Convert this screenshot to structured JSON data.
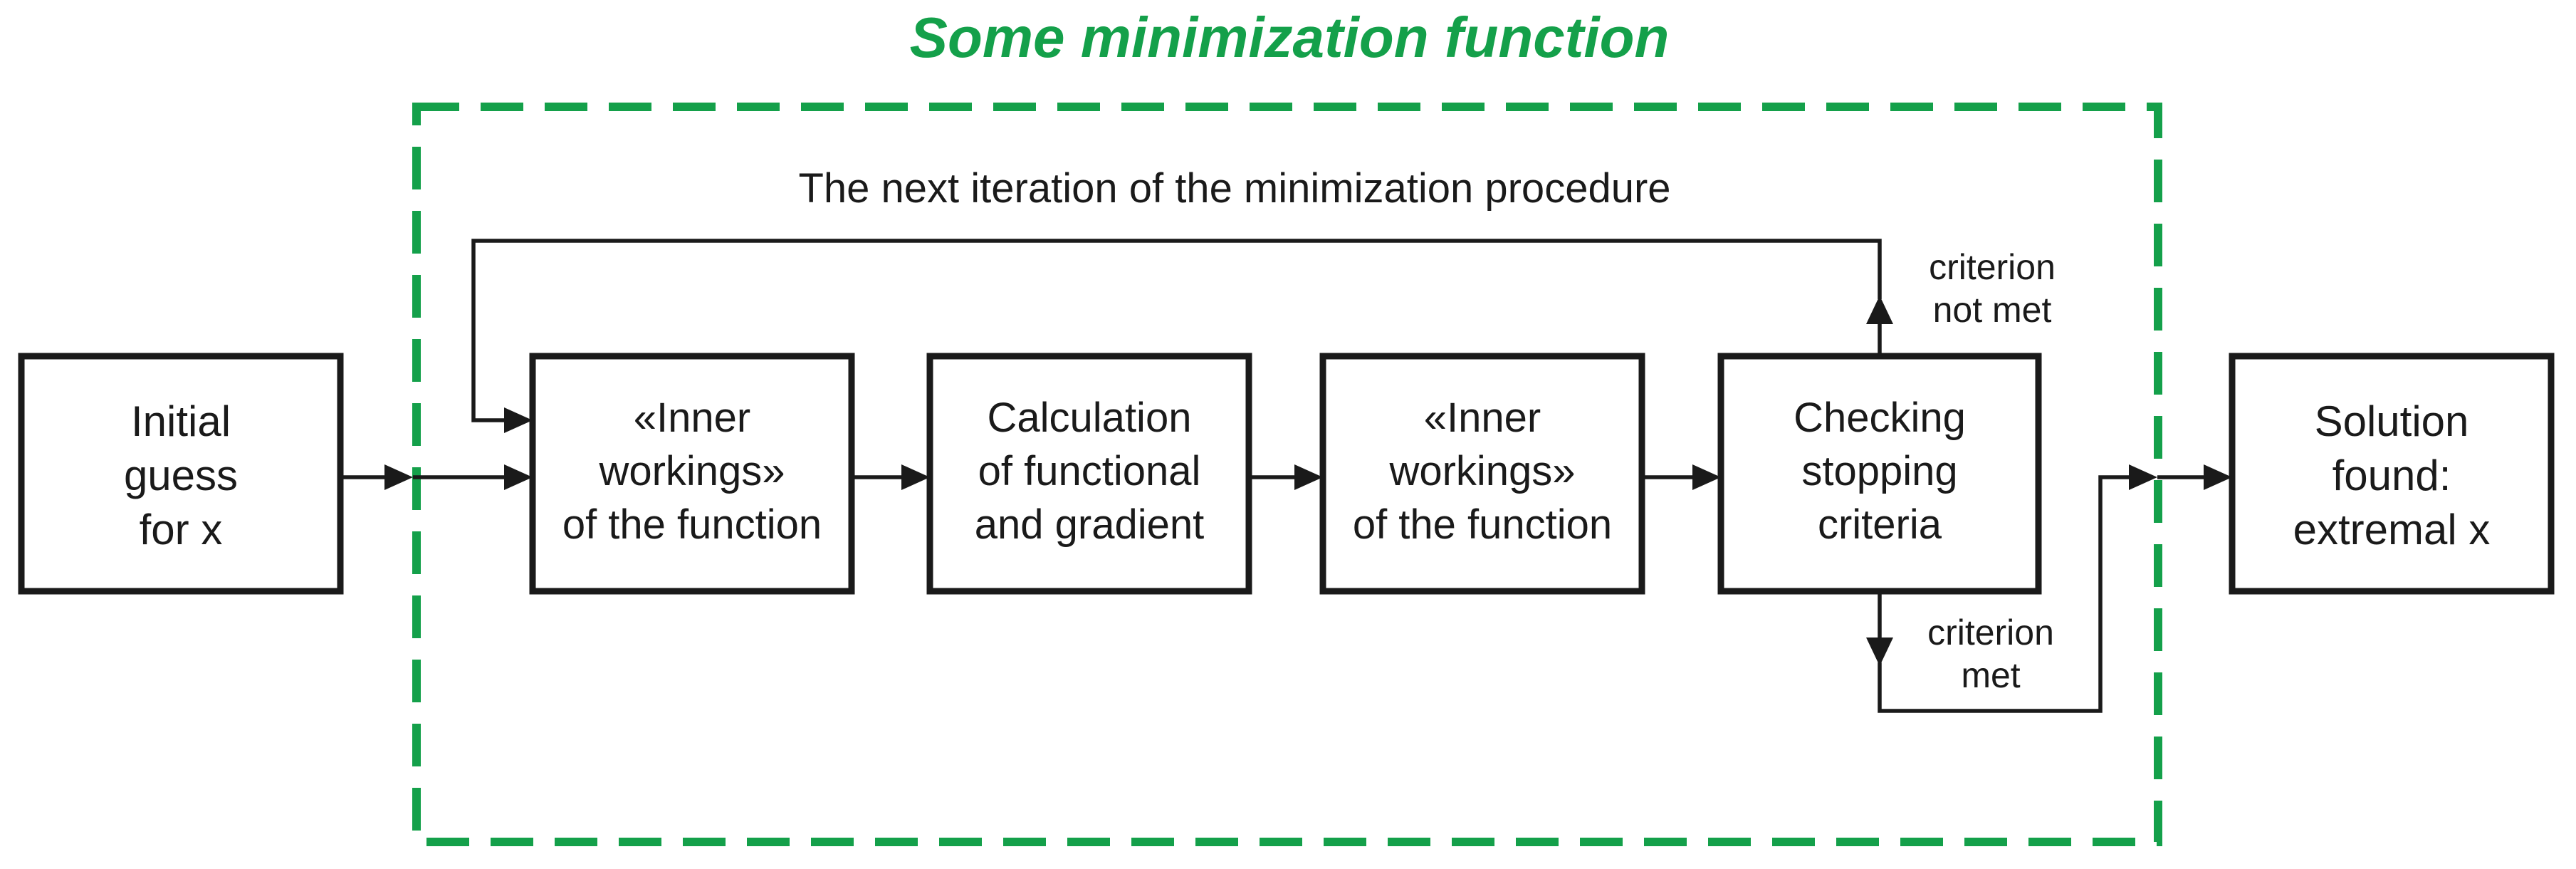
{
  "diagram": {
    "title": "Some minimization function",
    "loop_label": "The next iteration of the minimization procedure",
    "boxes": {
      "initial": [
        "Initial",
        "guess",
        "for x"
      ],
      "inner1": [
        "«Inner",
        "workings»",
        "of the function"
      ],
      "calc": [
        "Calculation",
        "of functional",
        "and gradient"
      ],
      "inner2": [
        "«Inner",
        "workings»",
        "of the function"
      ],
      "check": [
        "Checking",
        "stopping",
        "criteria"
      ],
      "solution": [
        "Solution",
        "found:",
        "extremal x"
      ]
    },
    "branch_labels": {
      "not_met": [
        "criterion",
        "not met"
      ],
      "met": [
        "criterion",
        "met"
      ]
    },
    "colors": {
      "accent": "#14a04a",
      "stroke": "#1a1a1a"
    }
  }
}
